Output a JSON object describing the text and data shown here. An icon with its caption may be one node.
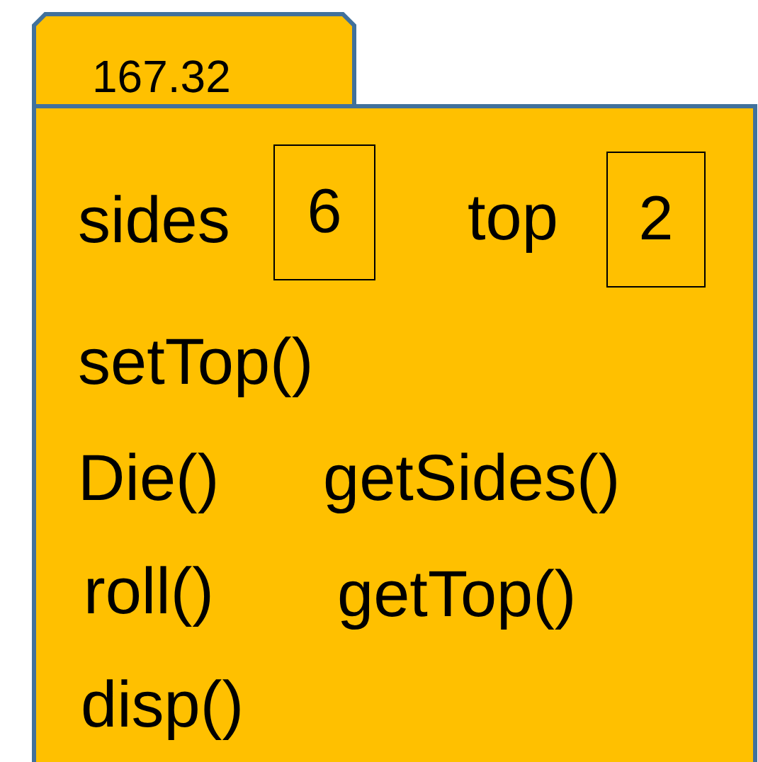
{
  "diagram": {
    "nodes": [
      {
        "text": [
          "167.32",
          "sides",
          "top",
          "setTop()",
          "Die()",
          "getSides()",
          "roll()",
          "getTop()",
          "disp()"
        ]
      },
      {
        "text": [
          "6"
        ],
        "in": 0
      },
      {
        "text": [
          "2"
        ],
        "in": 0
      }
    ]
  }
}
